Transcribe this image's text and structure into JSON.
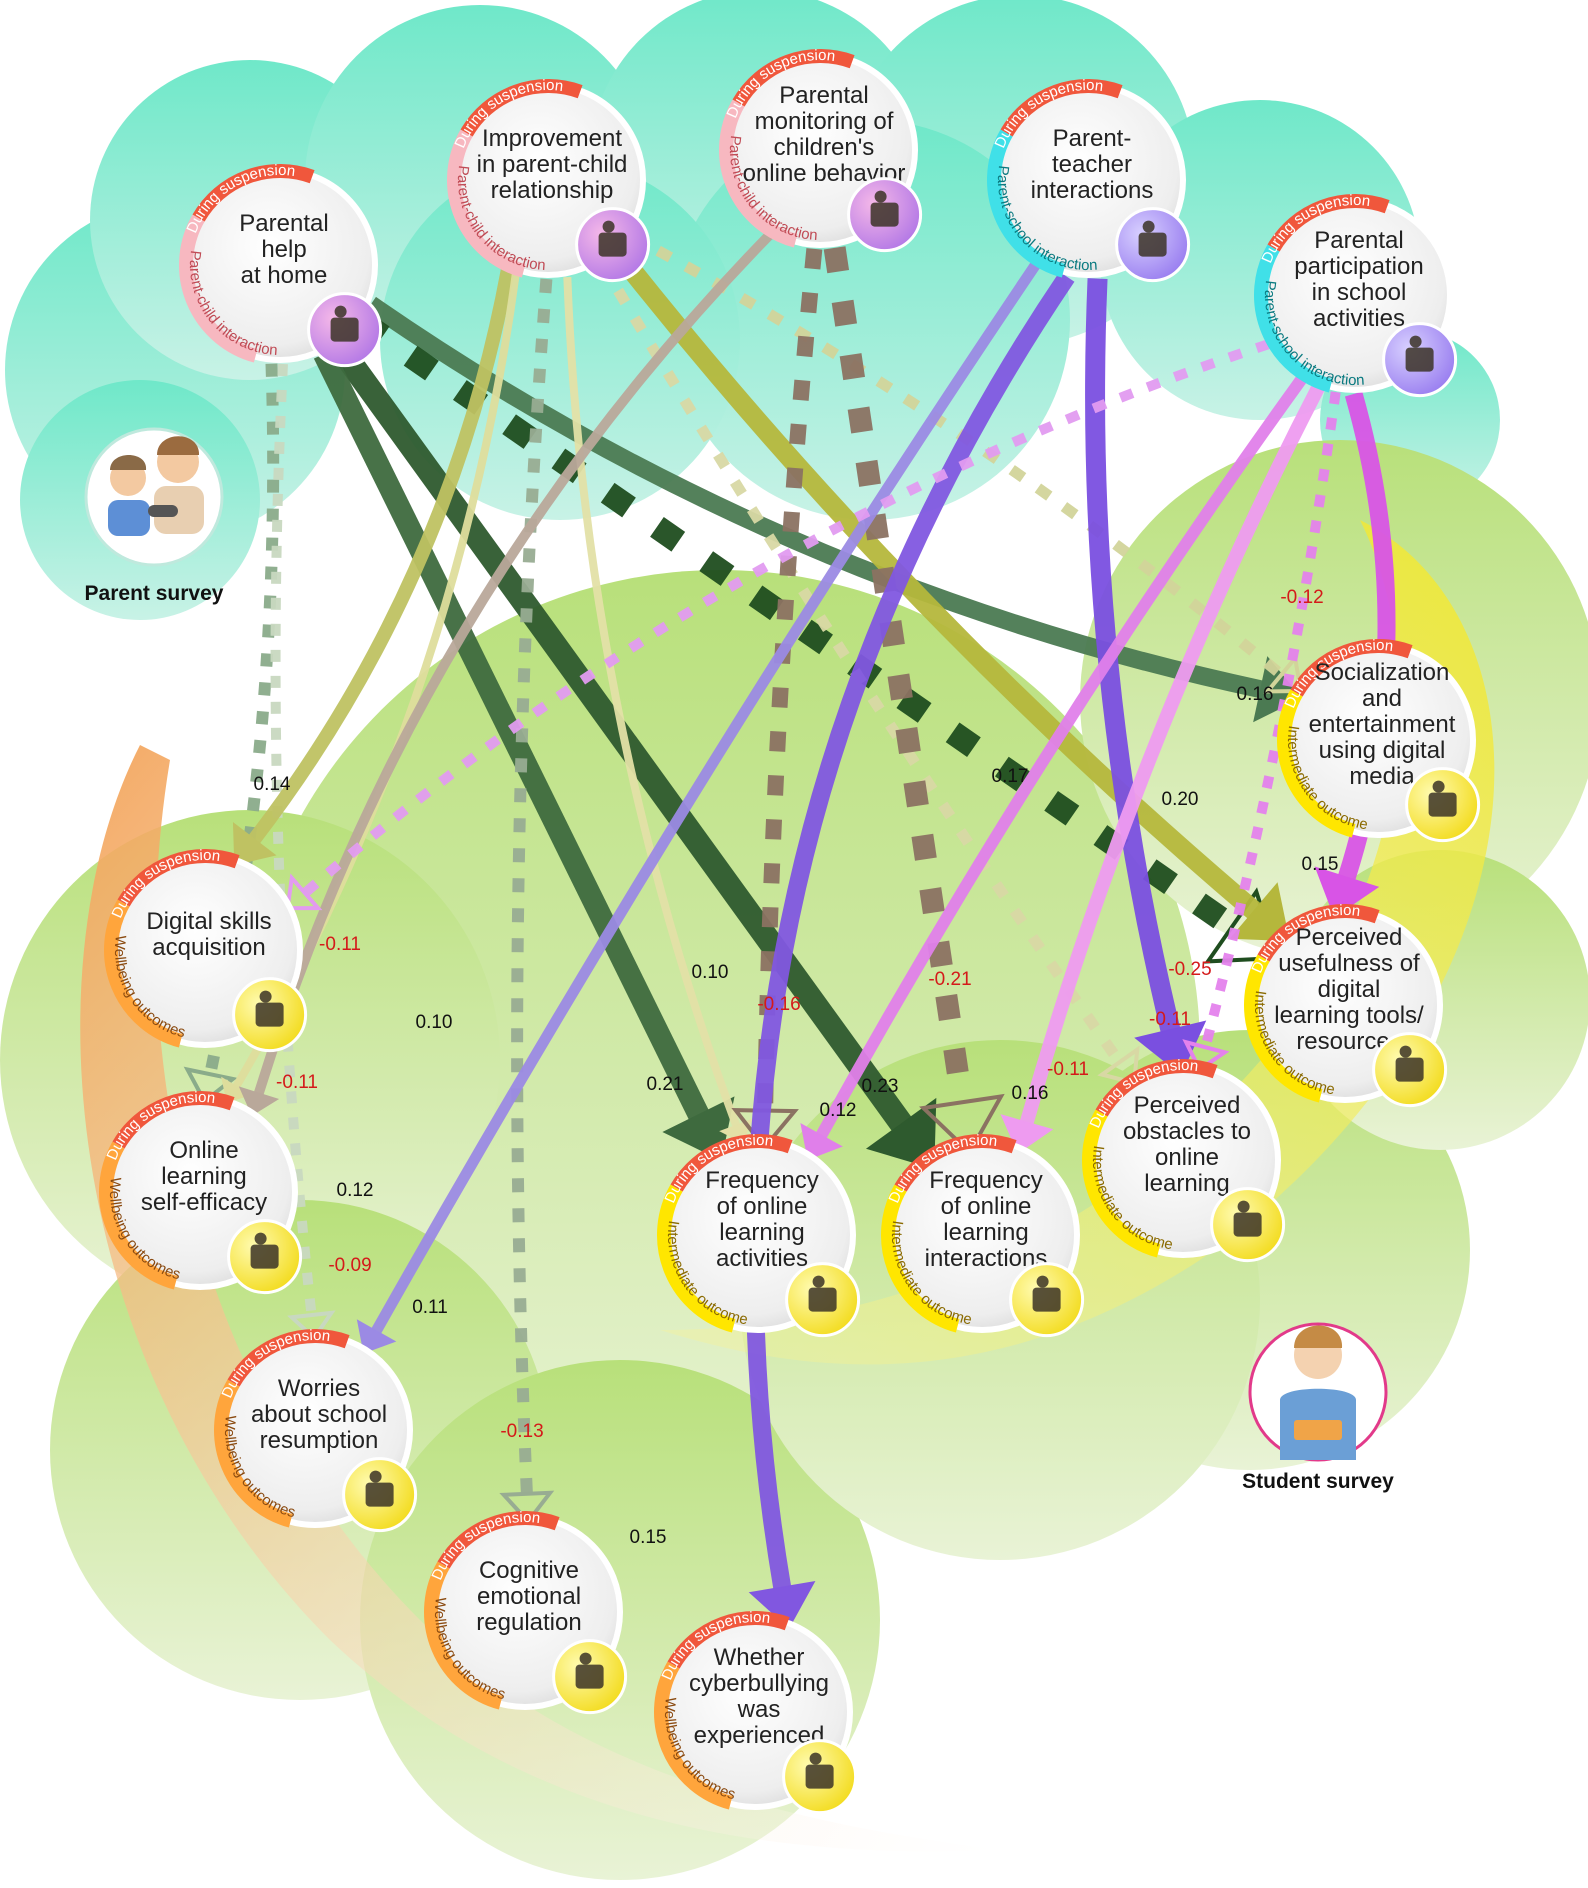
{
  "surveys": {
    "parent": "Parent survey",
    "student": "Student survey"
  },
  "tags": {
    "during": "During suspension",
    "pci": "Parent-child interaction",
    "psi": "Parent-school interaction",
    "intermediate": "Intermediate outcome",
    "wellbeing": "Wellbeing outcomes"
  },
  "colors": {
    "parent_cloud": "#7ee8c8",
    "student_cloud": "#c9e79a",
    "intermediate_band": "#f4ee3a",
    "wellbeing_band": "#f6a55a",
    "tag_red": "#f0573c",
    "ring_pink": "#f7b8c0",
    "ring_cyan": "#40e0e8",
    "ring_yellow": "#ffe600",
    "ring_orange": "#ffa53c",
    "positive_label": "#111111",
    "negative_label": "#d41a1a"
  },
  "nodes": [
    {
      "id": "help",
      "lines": [
        "Parental",
        "help",
        "at home"
      ],
      "type": "parent-child",
      "icon": "parent-helping-child-icon"
    },
    {
      "id": "improve",
      "lines": [
        "Improvement",
        "in parent-child",
        "relationship"
      ],
      "type": "parent-child",
      "icon": "hands-high-five-icon"
    },
    {
      "id": "monitor",
      "lines": [
        "Parental",
        "monitoring of",
        "children's",
        "online behavior"
      ],
      "type": "parent-child",
      "icon": "shield-monitoring-icon"
    },
    {
      "id": "teacher",
      "lines": [
        "Parent-",
        "teacher",
        "interactions"
      ],
      "type": "parent-school",
      "icon": "video-call-teacher-icon"
    },
    {
      "id": "particip",
      "lines": [
        "Parental",
        "participation",
        "in school",
        "activities"
      ],
      "type": "parent-school",
      "icon": "pta-meeting-icon"
    },
    {
      "id": "social",
      "lines": [
        "Socialization",
        "and",
        "entertainment",
        "using digital",
        "media"
      ],
      "type": "intermediate",
      "icon": "tablet-social-media-icon"
    },
    {
      "id": "useful",
      "lines": [
        "Perceived",
        "usefulness of",
        "digital",
        "learning tools/",
        "resources"
      ],
      "type": "intermediate",
      "icon": "star-rating-icon"
    },
    {
      "id": "obstacles",
      "lines": [
        "Perceived",
        "obstacles to",
        "online",
        "learning"
      ],
      "type": "intermediate",
      "icon": "hurdle-jump-icon"
    },
    {
      "id": "interact",
      "lines": [
        "Frequency",
        "of online",
        "learning",
        "interactions"
      ],
      "type": "intermediate",
      "icon": "online-class-grid-icon"
    },
    {
      "id": "activities",
      "lines": [
        "Frequency",
        "of online",
        "learning",
        "activities"
      ],
      "type": "intermediate",
      "icon": "tablet-touch-icon"
    },
    {
      "id": "digital",
      "lines": [
        "Digital skills",
        "acquisition"
      ],
      "type": "wellbeing",
      "icon": "hand-circuit-icon"
    },
    {
      "id": "efficacy",
      "lines": [
        "Online",
        "learning",
        "self-efficacy"
      ],
      "type": "wellbeing",
      "icon": "book-thumbs-up-icon"
    },
    {
      "id": "worries",
      "lines": [
        "Worries",
        "about school",
        "resumption"
      ],
      "type": "wellbeing",
      "icon": "worried-student-icon"
    },
    {
      "id": "cognitive",
      "lines": [
        "Cognitive",
        "emotional",
        "regulation"
      ],
      "type": "wellbeing",
      "icon": "emotion-faces-icon"
    },
    {
      "id": "cyber",
      "lines": [
        "Whether",
        "cyberbullying",
        "was",
        "experienced"
      ],
      "type": "wellbeing",
      "icon": "cyberbullying-icon"
    }
  ],
  "paths": [
    {
      "from": "help",
      "to": "social",
      "value": "0.16"
    },
    {
      "from": "help",
      "to": "useful",
      "value": "-0.25"
    },
    {
      "from": "help",
      "to": "interact",
      "value": "0.23"
    },
    {
      "from": "help",
      "to": "activities",
      "value": "0.21"
    },
    {
      "from": "help",
      "to": "efficacy",
      "value": "-0.11"
    },
    {
      "from": "help",
      "to": "worries",
      "value": "-0.09"
    },
    {
      "from": "improve",
      "to": "digital",
      "value": "0.14"
    },
    {
      "from": "improve",
      "to": "efficacy",
      "value": "0.10"
    },
    {
      "from": "improve",
      "to": "activities",
      "value": "0.10"
    },
    {
      "from": "improve",
      "to": "useful",
      "value": "0.20"
    },
    {
      "from": "improve",
      "to": "obstacles",
      "value": "-0.11"
    },
    {
      "from": "improve",
      "to": "social",
      "value": "-0.12"
    },
    {
      "from": "improve",
      "to": "cognitive",
      "value": "-0.13"
    },
    {
      "from": "monitor",
      "to": "efficacy",
      "value": "0.12"
    },
    {
      "from": "monitor",
      "to": "activities",
      "value": "-0.16"
    },
    {
      "from": "monitor",
      "to": "interact",
      "value": "-0.21"
    },
    {
      "from": "teacher",
      "to": "worries",
      "value": "0.11"
    },
    {
      "from": "teacher",
      "to": "cyber",
      "value": "0.15"
    },
    {
      "from": "teacher",
      "to": "obstacles",
      "value": "0.17"
    },
    {
      "from": "particip",
      "to": "digital",
      "value": "-0.11"
    },
    {
      "from": "particip",
      "to": "activities",
      "value": "0.12"
    },
    {
      "from": "particip",
      "to": "interact",
      "value": "0.16"
    },
    {
      "from": "particip",
      "to": "obstacles",
      "value": "-0.11"
    },
    {
      "from": "particip",
      "to": "useful",
      "value": "0.15"
    }
  ]
}
